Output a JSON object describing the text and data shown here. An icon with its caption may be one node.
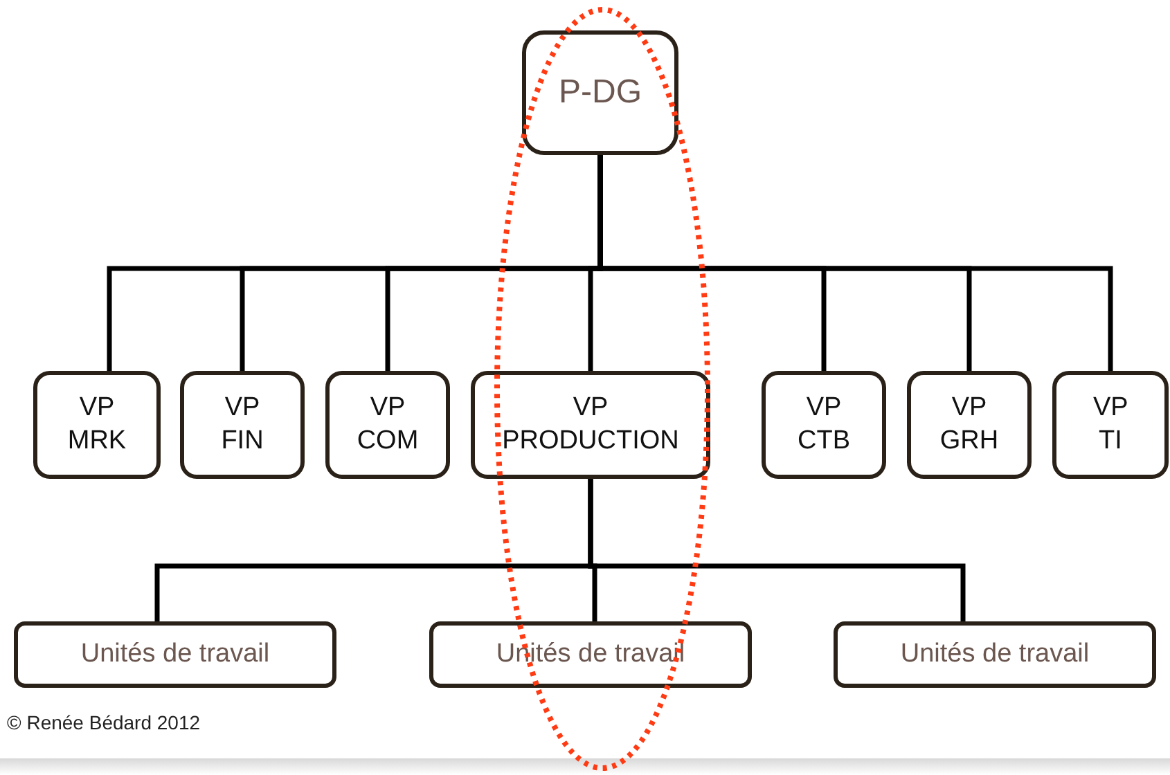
{
  "diagram": {
    "nodes": [
      {
        "text": [
          "P-DG"
        ]
      },
      {
        "text": [
          "VP MRK"
        ]
      },
      {
        "text": [
          "VP FIN"
        ]
      },
      {
        "text": [
          "VP COM"
        ]
      },
      {
        "text": [
          "VP PRODUCTION"
        ]
      },
      {
        "text": [
          "VP CTB"
        ]
      },
      {
        "text": [
          "VP GRH"
        ]
      },
      {
        "text": [
          "VP TI"
        ]
      },
      {
        "text": [
          "Unités de travail"
        ]
      },
      {
        "text": [
          "Unités de travail"
        ]
      },
      {
        "text": [
          "Unités de travail"
        ]
      }
    ],
    "edges": [
      {
        "from": 0,
        "to": 1,
        "arrow": "none"
      },
      {
        "from": 0,
        "to": 2,
        "arrow": "none"
      },
      {
        "from": 0,
        "to": 3,
        "arrow": "none"
      },
      {
        "from": 0,
        "to": 4,
        "arrow": "none"
      },
      {
        "from": 0,
        "to": 5,
        "arrow": "none"
      },
      {
        "from": 0,
        "to": 6,
        "arrow": "none"
      },
      {
        "from": 0,
        "to": 7,
        "arrow": "none"
      },
      {
        "from": 4,
        "to": 8,
        "arrow": "none"
      },
      {
        "from": 4,
        "to": 9,
        "arrow": "none"
      },
      {
        "from": 4,
        "to": 10,
        "arrow": "none"
      }
    ],
    "labels": [
      "© Renée Bédard 2012"
    ]
  }
}
